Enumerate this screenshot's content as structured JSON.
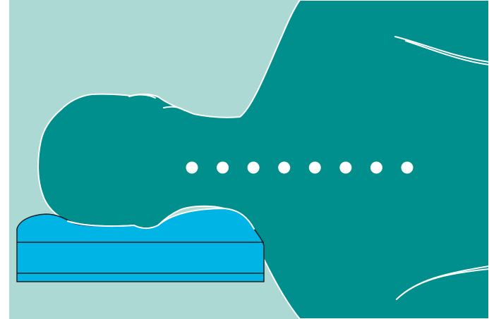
{
  "scene": {
    "subject": "person-lying-on-contour-pillow",
    "colors": {
      "page": "#ffffff",
      "background": "#acd9d3",
      "body": "#008f8c",
      "pillow": "#00b4e6",
      "outline_light": "#ffffff",
      "outline_dark": "#1e1e1e",
      "spine_dots": "#ffffff"
    },
    "spine_dot_count": 8,
    "pillow_layer_count": 3
  }
}
